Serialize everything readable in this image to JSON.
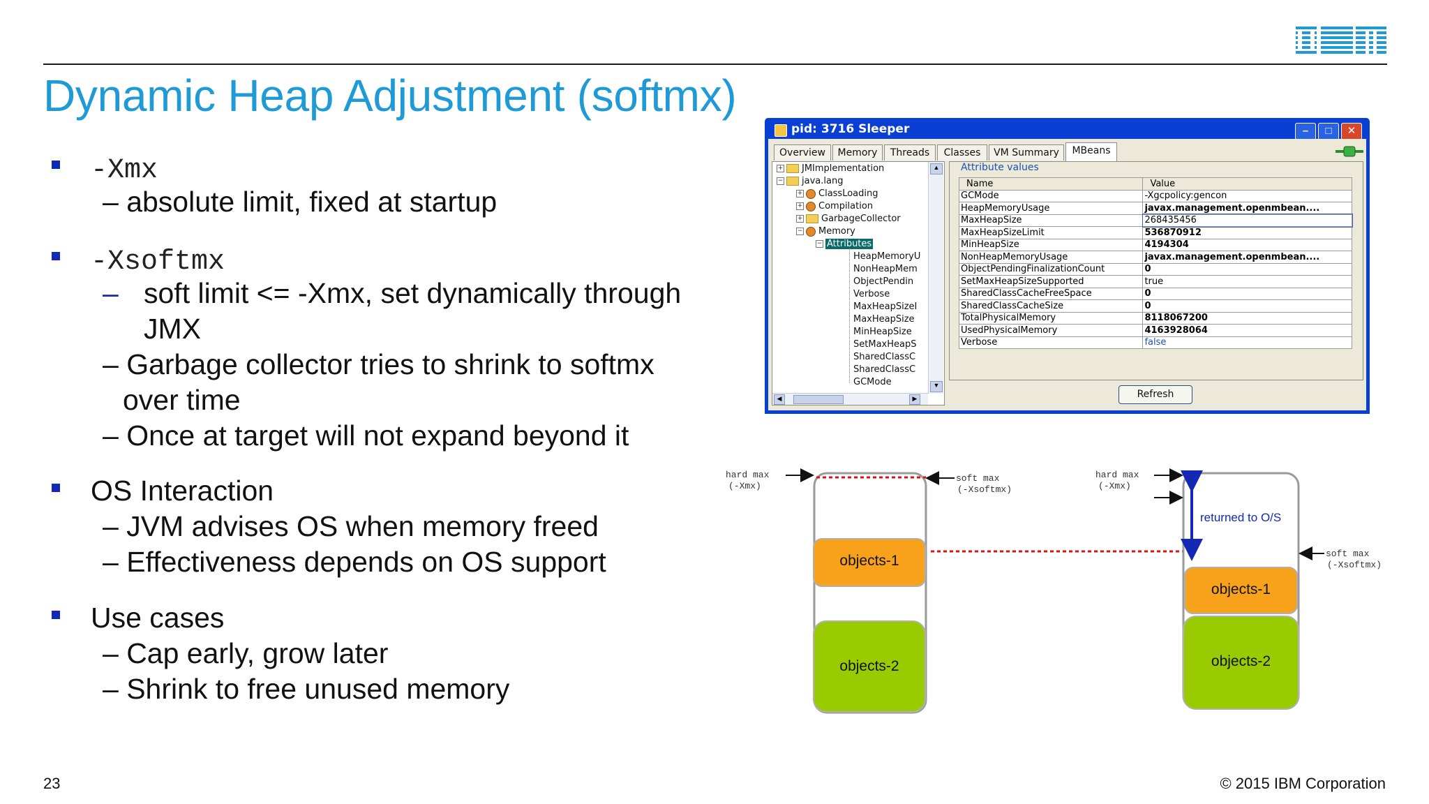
{
  "logo": "IBM",
  "title": "Dynamic Heap Adjustment (softmx)",
  "bullets": [
    {
      "label": "-Xmx",
      "subs": [
        "– absolute limit, fixed at startup"
      ]
    },
    {
      "label": "-Xsoftmx",
      "subs": [
        "–",
        "soft limit <= -Xmx, set dynamically through",
        "JMX",
        "– Garbage collector tries to shrink to softmx",
        "over time",
        "– Once at target will not expand beyond it"
      ]
    },
    {
      "label": "OS Interaction",
      "subs": [
        "– JVM advises OS when memory freed",
        "– Effectiveness depends on OS support"
      ]
    },
    {
      "label": "Use cases",
      "subs": [
        "– Cap early, grow later",
        "– Shrink to free unused memory"
      ]
    }
  ],
  "jconsole": {
    "title": "pid: 3716 Sleeper",
    "tabs": [
      "Overview",
      "Memory",
      "Threads",
      "Classes",
      "VM Summary",
      "MBeans"
    ],
    "tree": [
      "JMImplementation",
      "java.lang",
      "ClassLoading",
      "Compilation",
      "GarbageCollector",
      "Memory",
      "Attributes",
      "HeapMemoryU",
      "NonHeapMem",
      "ObjectPendin",
      "Verbose",
      "MaxHeapSizeI",
      "MaxHeapSize",
      "MinHeapSize",
      "SetMaxHeapS",
      "SharedClassC",
      "SharedClassC",
      "GCMode"
    ],
    "panel_label": "Attribute values",
    "col_name": "Name",
    "col_value": "Value",
    "rows": [
      [
        "GCMode",
        "-Xgcpolicy:gencon"
      ],
      [
        "HeapMemoryUsage",
        "javax.management.openmbean...."
      ],
      [
        "MaxHeapSize",
        "268435456"
      ],
      [
        "MaxHeapSizeLimit",
        "536870912"
      ],
      [
        "MinHeapSize",
        "4194304"
      ],
      [
        "NonHeapMemoryUsage",
        "javax.management.openmbean...."
      ],
      [
        "ObjectPendingFinalizationCount",
        "0"
      ],
      [
        "SetMaxHeapSizeSupported",
        "true"
      ],
      [
        "SharedClassCacheFreeSpace",
        "0"
      ],
      [
        "SharedClassCacheSize",
        "0"
      ],
      [
        "TotalPhysicalMemory",
        "8118067200"
      ],
      [
        "UsedPhysicalMemory",
        "4163928064"
      ],
      [
        "Verbose",
        "false"
      ]
    ],
    "refresh": "Refresh"
  },
  "diagram": {
    "hard_max": "hard max",
    "xmx": "(-Xmx)",
    "soft_max": "soft max",
    "xsoftmx": "(-Xsoftmx)",
    "objects1": "objects-1",
    "objects2": "objects-2",
    "returned": "returned to O/S",
    "colors": {
      "objects1": "#f7a21a",
      "objects2": "#99cc00",
      "dashed": "#dd1111",
      "arrow": "#1428b4"
    }
  },
  "footer": {
    "page": "23",
    "copyright": "© 2015 IBM Corporation"
  }
}
